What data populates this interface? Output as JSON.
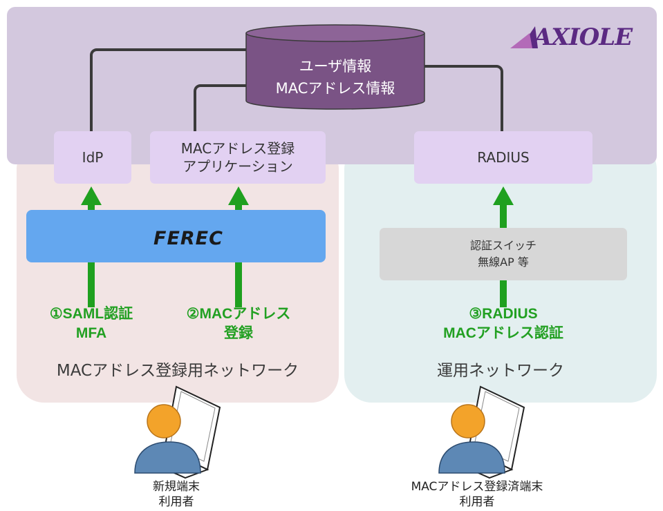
{
  "brand": {
    "name": "AXIOLE",
    "ferec": "FEREC",
    "accent": "#5b2a82"
  },
  "database": {
    "line1": "ユーザ情報",
    "line2": "MACアドレス情報",
    "color": "#7a5385"
  },
  "servers": {
    "idp": "IdP",
    "mac_app_line1": "MACアドレス登録",
    "mac_app_line2": "アプリケーション",
    "radius": "RADIUS"
  },
  "switch": {
    "line1": "認証スイッチ",
    "line2": "無線AP 等"
  },
  "steps": {
    "step1_line1": "①SAML認証",
    "step1_line2": "MFA",
    "step2_line1": "②MACアドレス",
    "step2_line2": "登録",
    "step3_line1": "③RADIUS",
    "step3_line2": "MACアドレス認証"
  },
  "zones": {
    "left": "MACアドレス登録用ネットワーク",
    "right": "運用ネットワーク"
  },
  "users": {
    "new_line1": "新規端末",
    "new_line2": "利用者",
    "registered_line1": "MACアドレス登録済端末",
    "registered_line2": "利用者"
  },
  "colors": {
    "arrow": "#1fa01f",
    "ferec_bar": "#64a7ef",
    "band": "#d3c8de"
  }
}
